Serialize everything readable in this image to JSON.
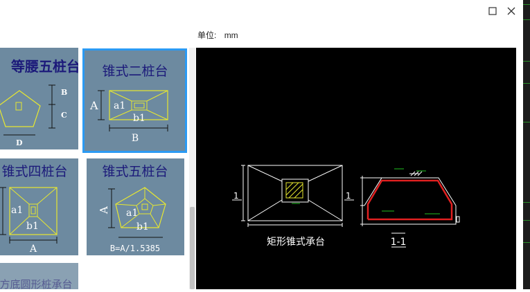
{
  "window": {
    "maximize_icon": "maximize-icon",
    "close_icon": "close-icon"
  },
  "unit": {
    "label": "单位:",
    "value": "mm"
  },
  "gallery": {
    "tiles": [
      {
        "title": "等腰五桩台",
        "dims": [
          "B",
          "C",
          "D"
        ]
      },
      {
        "title": "锥式二桩台",
        "dims": [
          "A",
          "a1",
          "b1",
          "B"
        ],
        "selected": true
      },
      {
        "title": "锥式四桩台",
        "dims": [
          "a1",
          "b1",
          "A"
        ]
      },
      {
        "title": "锥式五桩台",
        "dims": [
          "A",
          "a1",
          "b1"
        ],
        "formula": "B=A/1.5385"
      },
      {
        "title": "方底圆形桩承台"
      }
    ]
  },
  "preview": {
    "plan_caption": "矩形锥式承台",
    "section_caption": "1-1",
    "section_marks": [
      "1",
      "1"
    ]
  },
  "colors": {
    "tile_bg": "#6d8aa0",
    "selection": "#2b9af3",
    "cad_yellow": "#e8e830",
    "cad_red": "#e02020",
    "cad_green": "#20c020"
  }
}
